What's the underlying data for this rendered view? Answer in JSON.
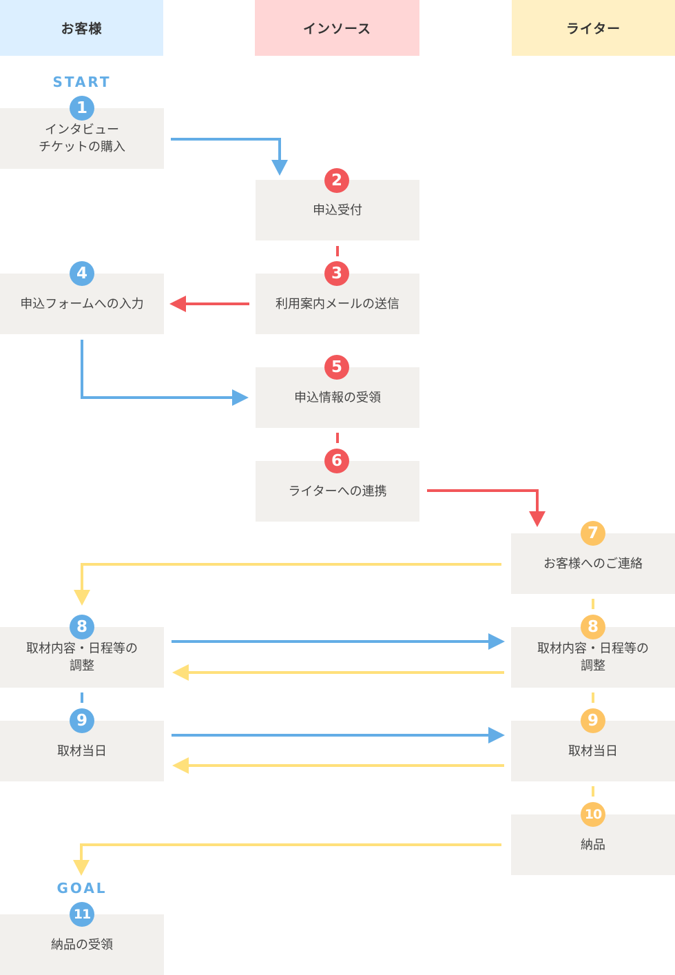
{
  "lanes": {
    "customer": {
      "label": "お客様",
      "color": "#dcefff"
    },
    "insource": {
      "label": "インソース",
      "color": "#ffd6d6"
    },
    "writer": {
      "label": "ライター",
      "color": "#fff0c4"
    }
  },
  "markers": {
    "start": "START",
    "goal": "GOAL"
  },
  "colors": {
    "blue": "#63ade6",
    "red": "#f2575a",
    "yellow": "#ffe07b",
    "orange": "#fdc464",
    "box": "#f2f0ed"
  },
  "steps": [
    {
      "num": "1",
      "text": "インタビュー\nチケットの購入",
      "lane": "customer"
    },
    {
      "num": "2",
      "text": "申込受付",
      "lane": "insource"
    },
    {
      "num": "3",
      "text": "利用案内メールの送信",
      "lane": "insource"
    },
    {
      "num": "4",
      "text": "申込フォームへの入力",
      "lane": "customer"
    },
    {
      "num": "5",
      "text": "申込情報の受領",
      "lane": "insource"
    },
    {
      "num": "6",
      "text": "ライターへの連携",
      "lane": "insource"
    },
    {
      "num": "7",
      "text": "お客様へのご連絡",
      "lane": "writer"
    },
    {
      "num": "8",
      "text": "取材内容・日程等の\n調整",
      "lane": "customer"
    },
    {
      "num": "8",
      "text": "取材内容・日程等の\n調整",
      "lane": "writer"
    },
    {
      "num": "9",
      "text": "取材当日",
      "lane": "customer"
    },
    {
      "num": "9",
      "text": "取材当日",
      "lane": "writer"
    },
    {
      "num": "10",
      "text": "納品",
      "lane": "writer"
    },
    {
      "num": "11",
      "text": "納品の受領",
      "lane": "customer"
    }
  ]
}
